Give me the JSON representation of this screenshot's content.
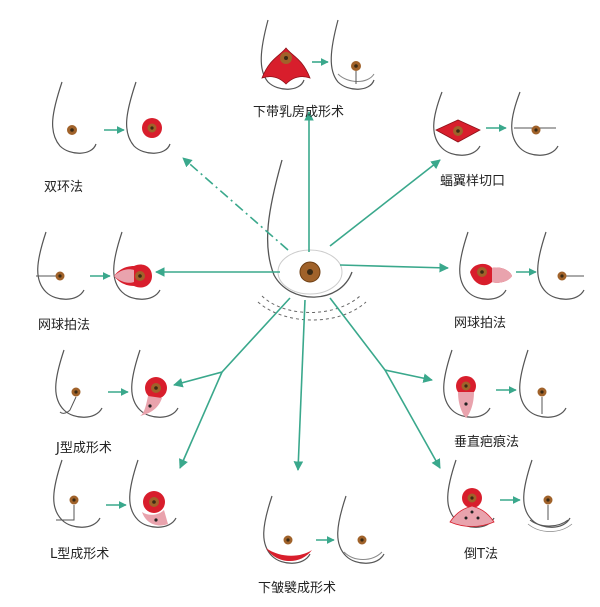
{
  "labels": {
    "center_bottom": "下皱襞成形术",
    "top": "下带乳房成形术",
    "top_left": "双环法",
    "top_right": "蝠翼样切口",
    "mid_left": "网球拍法",
    "mid_right": "网球拍法",
    "lower_left_j": "J型成形术",
    "lower_right_vertical": "垂直疤痕法",
    "bottom_left_l": "L型成形术",
    "bottom_right_t": "倒T法"
  },
  "colors": {
    "arrow": "#3aa88c",
    "outline": "#555555",
    "resection": "#d81e2c",
    "resection_light": "#e9a3ad",
    "areola": "#a0622a",
    "nipple": "#3a2a14"
  }
}
